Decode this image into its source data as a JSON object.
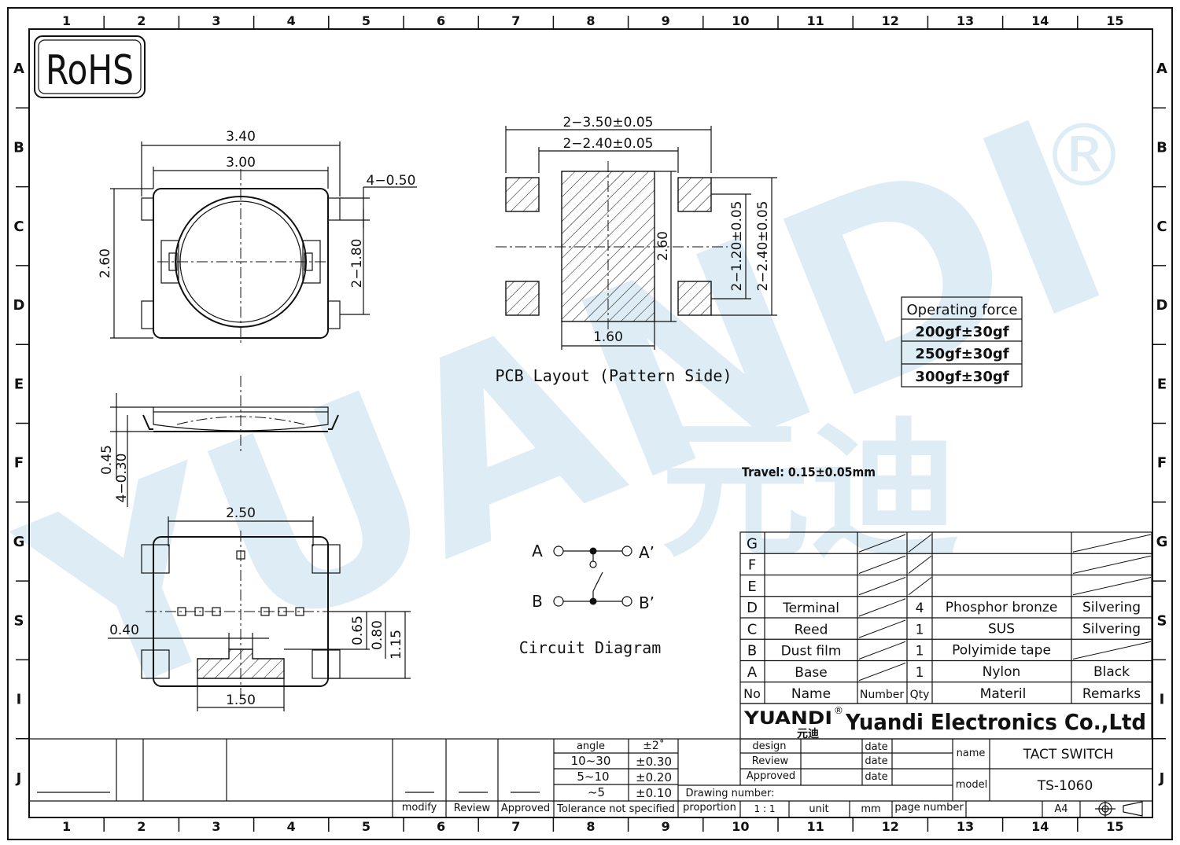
{
  "border": {
    "columns": [
      "1",
      "2",
      "3",
      "4",
      "5",
      "6",
      "7",
      "8",
      "9",
      "10",
      "11",
      "12",
      "13",
      "14",
      "15"
    ],
    "rows": [
      "A",
      "B",
      "C",
      "D",
      "E",
      "F",
      "G",
      "S",
      "I",
      "J"
    ]
  },
  "rohs": "RoHS",
  "watermark": {
    "text": "YUANDI",
    "cn": "元迪",
    "reg": "®",
    "color": "#cfe3f1"
  },
  "top_view": {
    "dim_width_outer": "3.40",
    "dim_width_inner": "3.00",
    "dim_height": "2.60",
    "dim_terminal": "4−0.50",
    "dim_pitch": "2−1.80"
  },
  "side_view": {
    "dim_h1": "0.45",
    "dim_h2": "4−0.30"
  },
  "bottom_view": {
    "dim_top": "2.50",
    "dim_left": "0.40",
    "dim_bottom": "1.50",
    "dim_v1": "0.65",
    "dim_v2": "0.80",
    "dim_v3": "1.15"
  },
  "pcb": {
    "dim_outer": "2−3.50±0.05",
    "dim_inner": "2−2.40±0.05",
    "dim_center_h": "2.60",
    "dim_center_w": "1.60",
    "dim_pad_pitch": "2−1.20±0.05",
    "dim_total_h": "2−2.40±0.05",
    "caption": "PCB  Layout  (Pattern  Side)"
  },
  "operating_force": {
    "title": "Operating force",
    "values": [
      "200gf±30gf",
      "250gf±30gf",
      "300gf±30gf"
    ]
  },
  "travel": "Travel: 0.15±0.05mm",
  "circuit": {
    "a": "A",
    "a2": "A’",
    "b": "B",
    "b2": "B’",
    "caption": "Circuit  Diagram"
  },
  "bom": {
    "rows": [
      {
        "no": "G",
        "name": "",
        "qty": "",
        "material": "",
        "remarks": ""
      },
      {
        "no": "F",
        "name": "",
        "qty": "",
        "material": "",
        "remarks": ""
      },
      {
        "no": "E",
        "name": "",
        "qty": "",
        "material": "",
        "remarks": ""
      },
      {
        "no": "D",
        "name": "Terminal",
        "qty": "4",
        "material": "Phosphor bronze",
        "remarks": "Silvering"
      },
      {
        "no": "C",
        "name": "Reed",
        "qty": "1",
        "material": "SUS",
        "remarks": "Silvering"
      },
      {
        "no": "B",
        "name": "Dust film",
        "qty": "1",
        "material": "Polyimide tape",
        "remarks": ""
      },
      {
        "no": "A",
        "name": "Base",
        "qty": "1",
        "material": "Nylon",
        "remarks": "Black"
      }
    ],
    "header": {
      "no": "No",
      "name": "Name",
      "number": "Number",
      "qty": "Qty",
      "material": "Materil",
      "remarks": "Remarks"
    }
  },
  "company": {
    "logo": "YUANDI",
    "logo_cn": "元迪",
    "reg": "®",
    "name": "Yuandi Electronics Co.,Ltd"
  },
  "title_block": {
    "design": "design",
    "review": "Review",
    "approved": "Approved",
    "date": "date",
    "name_label": "name",
    "name_value": "TACT SWITCH",
    "model_label": "model",
    "model_value": "TS-1060",
    "drawing_number": "Drawing number:",
    "proportion": "proportion",
    "scale": "1 : 1",
    "unit": "unit",
    "unit_value": "mm",
    "page_number": "page number",
    "size": "A4"
  },
  "tolerance": {
    "rows": [
      {
        "range": "angle",
        "tol": "±2˚"
      },
      {
        "range": "10~30",
        "tol": "±0.30"
      },
      {
        "range": "5~10",
        "tol": "±0.20"
      },
      {
        "range": "~5",
        "tol": "±0.10"
      }
    ],
    "label": "Tolerance not specified"
  },
  "revision": {
    "modify": "modify",
    "review": "Review",
    "approved": "Approved"
  }
}
